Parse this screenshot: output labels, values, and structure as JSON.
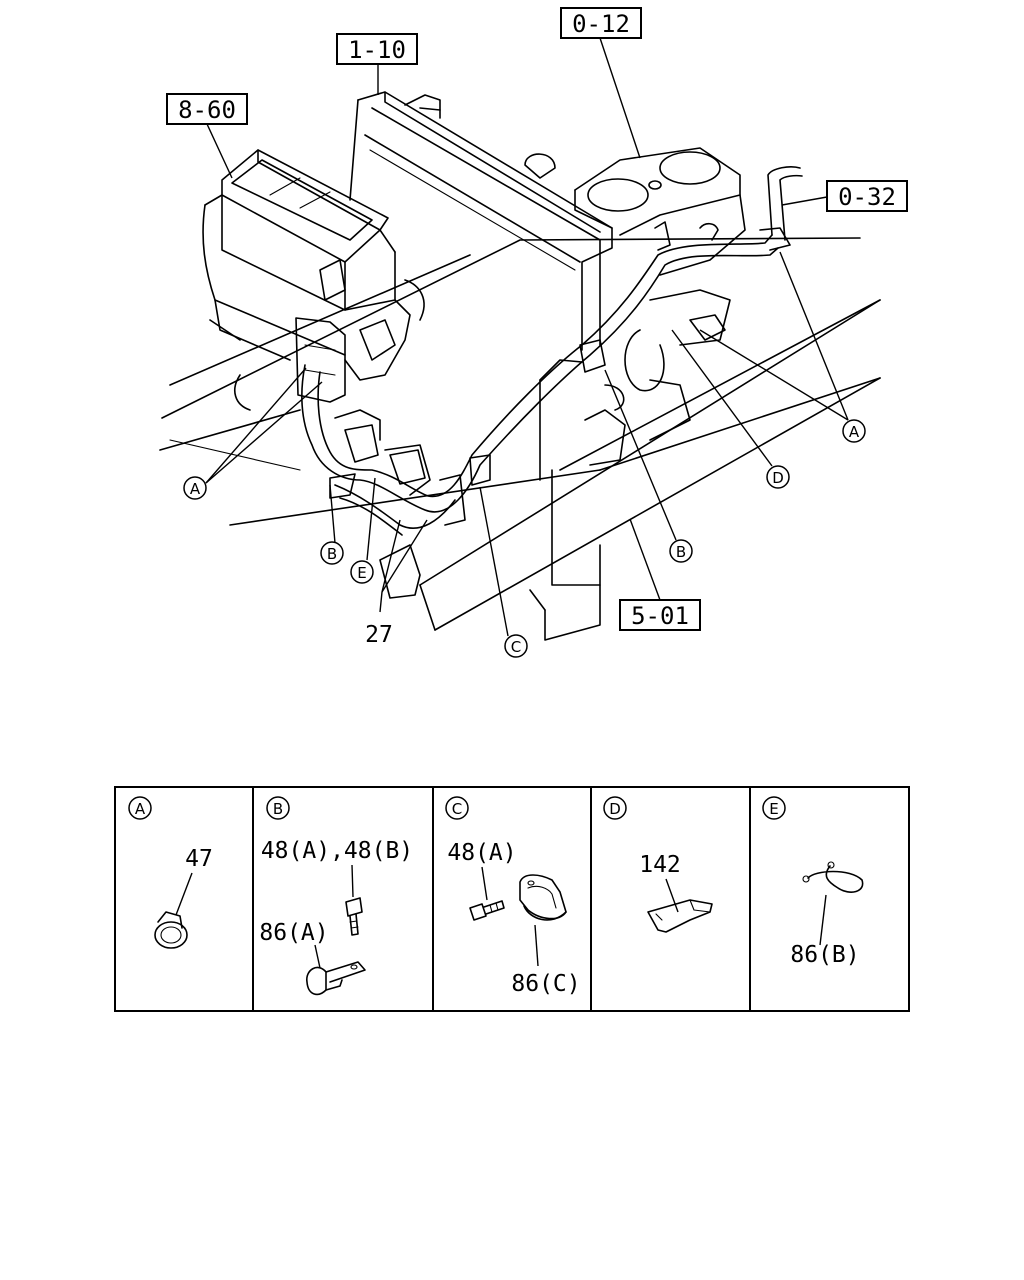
{
  "reference_boxes": {
    "ref_1_10": "1-10",
    "ref_0_12": "0-12",
    "ref_8_60": "8-60",
    "ref_0_32": "0-32",
    "ref_5_01": "5-01"
  },
  "main_callouts": {
    "a_left": "A",
    "a_right": "A",
    "b_left": "B",
    "b_right": "B",
    "c_bottom": "C",
    "d_right": "D",
    "e_left": "E"
  },
  "main_part_number": "27",
  "legend": {
    "cells": [
      {
        "letter": "A",
        "labels": [
          "47"
        ]
      },
      {
        "letter": "B",
        "labels": [
          "48(A),48(B)",
          "86(A)"
        ]
      },
      {
        "letter": "C",
        "labels": [
          "48(A)",
          "86(C)"
        ]
      },
      {
        "letter": "D",
        "labels": [
          "142"
        ]
      },
      {
        "letter": "E",
        "labels": [
          "86(B)"
        ]
      }
    ]
  }
}
